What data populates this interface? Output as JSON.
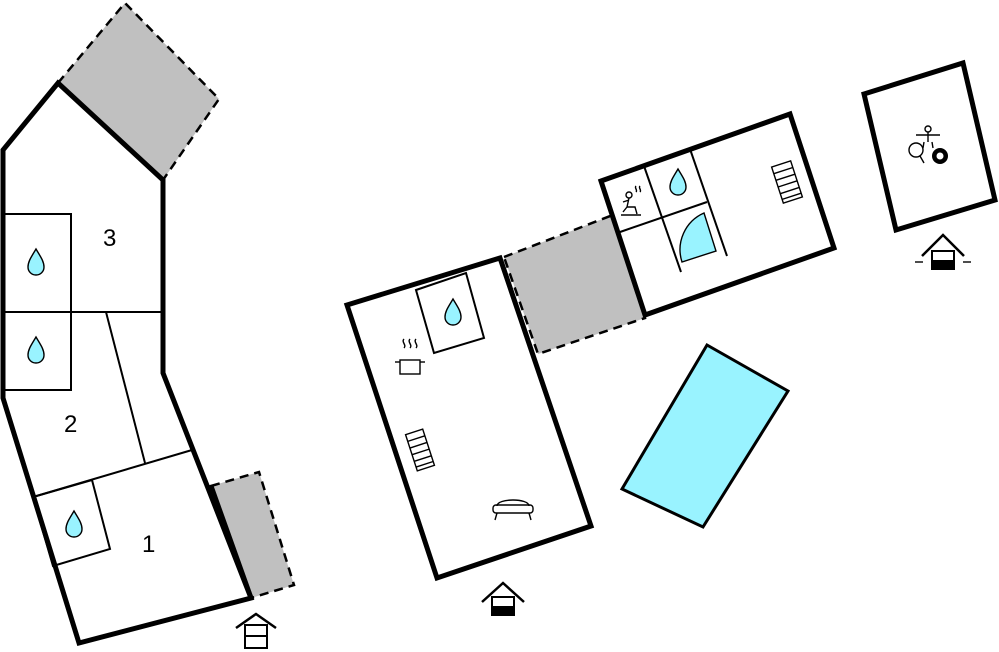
{
  "rooms": {
    "room_1": "1",
    "room_2": "2",
    "room_3": "3"
  },
  "colors": {
    "pool": "#99f3ff",
    "terrace": "#c0c0c0",
    "wall": "#000000"
  },
  "icons": [
    "water-drop-icon",
    "cooking-pot-icon",
    "stairs-icon",
    "sofa-icon",
    "sauna-icon",
    "shower-icon",
    "table-tennis-icon",
    "billiards-icon",
    "table-football-icon",
    "entrance-icon"
  ]
}
